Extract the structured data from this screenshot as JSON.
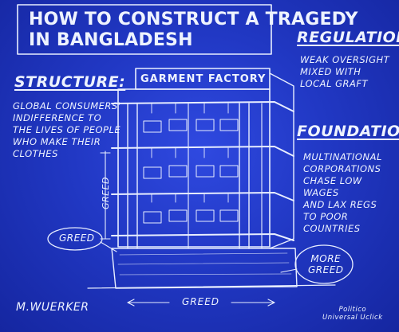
{
  "title": "How to Construct a Tragedy\nin Bangladesh",
  "structure": {
    "heading": "Structure:",
    "text": "Global consumers'\nindifference to\nthe lives of people\nwho make their\nclothes"
  },
  "regulation": {
    "heading": "Regulation:",
    "text": "Weak oversight\nmixed with\nlocal graft"
  },
  "foundation": {
    "heading": "Foundation:",
    "text": "Multinational\ncorporations\nchase low wages\nand lax regs\nto poor countries"
  },
  "sign": "Garment Factory",
  "labels": {
    "greed_left": "Greed",
    "greed_vertical": "Greed",
    "greed_bottom": "Greed",
    "more_greed": "More\nGreed"
  },
  "signature": "M.Wuerker",
  "credit": "Politico\nUniversal Uclick",
  "colors": {
    "blueprint": "#2138c4",
    "ink": "#eef3ff"
  }
}
